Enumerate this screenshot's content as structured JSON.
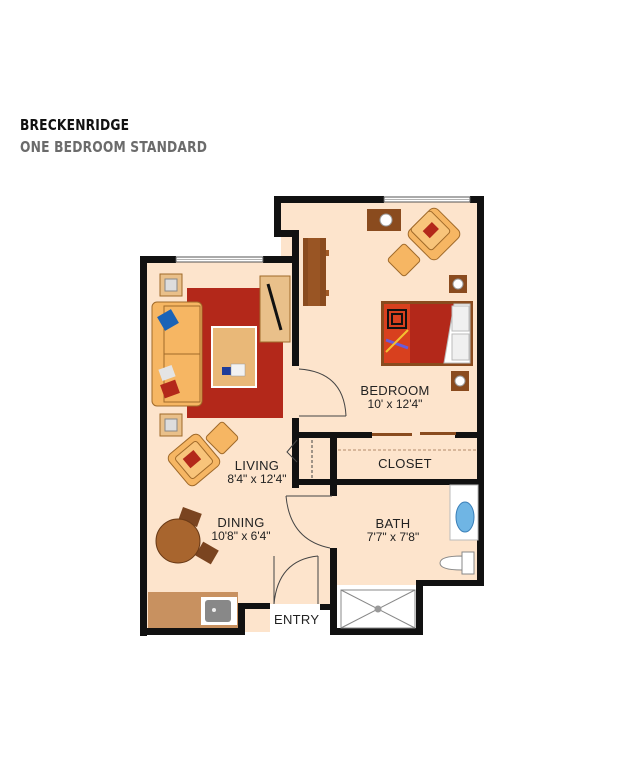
{
  "header": {
    "title": "BRECKENRIDGE",
    "subtitle": "ONE BEDROOM STANDARD"
  },
  "colors": {
    "floor": "#fde4cc",
    "wall": "#111111",
    "rug": "#b3281a",
    "sofa": "#f6b663",
    "wood": "#8a4b1e",
    "counter": "#c89160",
    "white": "#ffffff"
  },
  "rooms": [
    {
      "name": "BEDROOM",
      "dims": "10' x 12'4\""
    },
    {
      "name": "LIVING",
      "dims": "8'4\" x 12'4\""
    },
    {
      "name": "DINING",
      "dims": "10'8\" x 6'4\""
    },
    {
      "name": "BATH",
      "dims": "7'7\" x 7'8\""
    },
    {
      "name": "CLOSET",
      "dims": ""
    }
  ],
  "entry_label": "ENTRY"
}
